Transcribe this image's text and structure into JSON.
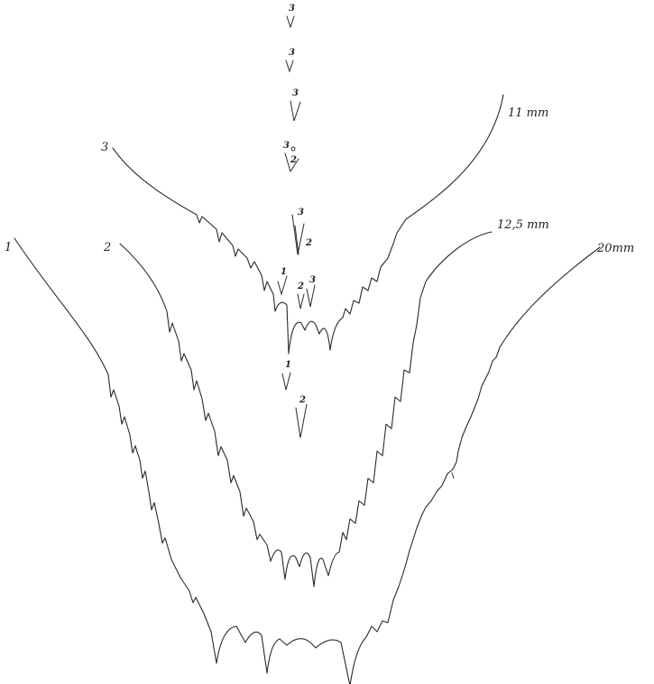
{
  "curves": [
    {
      "id": "3",
      "number": "3",
      "size": "11 mm"
    },
    {
      "id": "2",
      "number": "2",
      "size": "12,5 mm"
    },
    {
      "id": "1",
      "number": "1",
      "size": "20mm"
    }
  ],
  "cusp_marks": [
    {
      "label": "3"
    },
    {
      "label": "3"
    },
    {
      "label": "3"
    },
    {
      "label": "3",
      "sub": "2"
    },
    {
      "label": "3",
      "side": "2"
    },
    {
      "label": "1"
    },
    {
      "label": "2"
    },
    {
      "label": "3"
    },
    {
      "label": "1"
    },
    {
      "label": "2"
    }
  ]
}
